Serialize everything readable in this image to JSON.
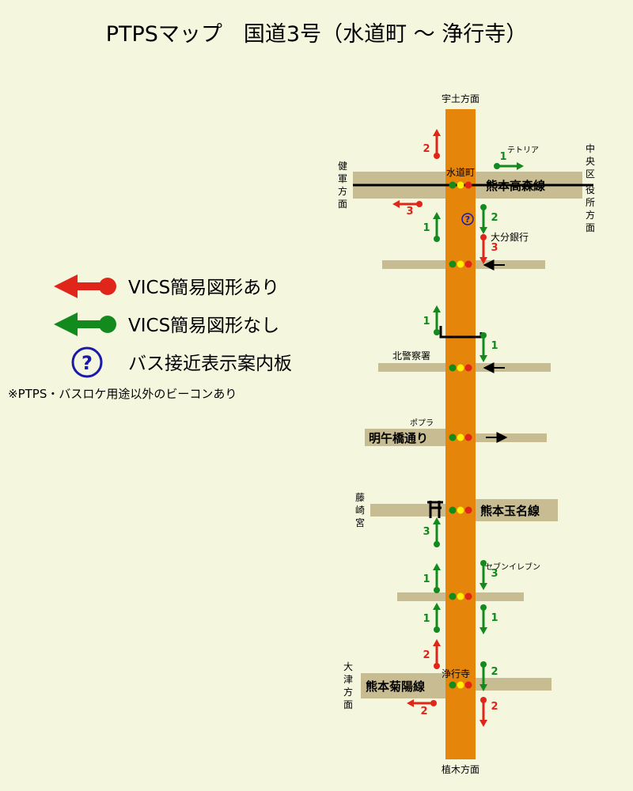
{
  "title": "PTPSマップ　国道3号（水道町 〜 浄行寺）",
  "colors": {
    "background": "#f5f6de",
    "main_road": "#e5860a",
    "cross_road": "#c8bc92",
    "red": "#e0261a",
    "green": "#128a1e",
    "blue": "#1a1aa8",
    "signal_yellow": "#ffee00"
  },
  "directions": {
    "top": "宇土方面",
    "bottom": "植木方面",
    "left_1": [
      "健",
      "軍",
      "方",
      "面"
    ],
    "right_1": [
      "中",
      "央",
      "区",
      "役",
      "所",
      "方",
      "面"
    ],
    "left_2": [
      "藤",
      "崎",
      "宮"
    ],
    "left_3": [
      "大",
      "津",
      "方",
      "面"
    ]
  },
  "roads": {
    "kumamoto_takamori": "熊本高森線",
    "meigo_bashi": "明午橋通り",
    "kumamoto_tamana": "熊本玉名線",
    "kumamoto_kikuyo": "熊本菊陽線"
  },
  "places": {
    "suidocho": "水道町",
    "tetoria": "テトリア",
    "oita_bank": "大分銀行",
    "kita_police": "北警察署",
    "popura": "ポプラ",
    "seven_eleven": "セブンイレブン",
    "jogyoji": "浄行寺"
  },
  "legend": {
    "red_label": "VICS簡易図形あり",
    "green_label": "VICS簡易図形なし",
    "bus_label": "バス接近表示案内板",
    "bus_symbol": "?",
    "note": "※PTPS・バスロケ用途以外のビーコンあり"
  },
  "beacons": [
    {
      "color": "red",
      "direction": "up",
      "number": "2"
    },
    {
      "color": "green",
      "direction": "right",
      "number": "1"
    },
    {
      "color": "red",
      "direction": "left",
      "number": "3"
    },
    {
      "color": "green",
      "direction": "up",
      "number": "1"
    },
    {
      "color": "green",
      "direction": "down",
      "number": "2"
    },
    {
      "color": "red",
      "direction": "down",
      "number": "3"
    },
    {
      "color": "green",
      "direction": "up",
      "number": "1"
    },
    {
      "color": "green",
      "direction": "down",
      "number": "1"
    },
    {
      "color": "green",
      "direction": "up",
      "number": "3"
    },
    {
      "color": "green",
      "direction": "up",
      "number": "1"
    },
    {
      "color": "green",
      "direction": "down",
      "number": "3"
    },
    {
      "color": "green",
      "direction": "up",
      "number": "1"
    },
    {
      "color": "green",
      "direction": "down",
      "number": "1"
    },
    {
      "color": "red",
      "direction": "up",
      "number": "2"
    },
    {
      "color": "green",
      "direction": "down",
      "number": "2"
    },
    {
      "color": "red",
      "direction": "left",
      "number": "2"
    },
    {
      "color": "red",
      "direction": "down",
      "number": "2"
    }
  ]
}
